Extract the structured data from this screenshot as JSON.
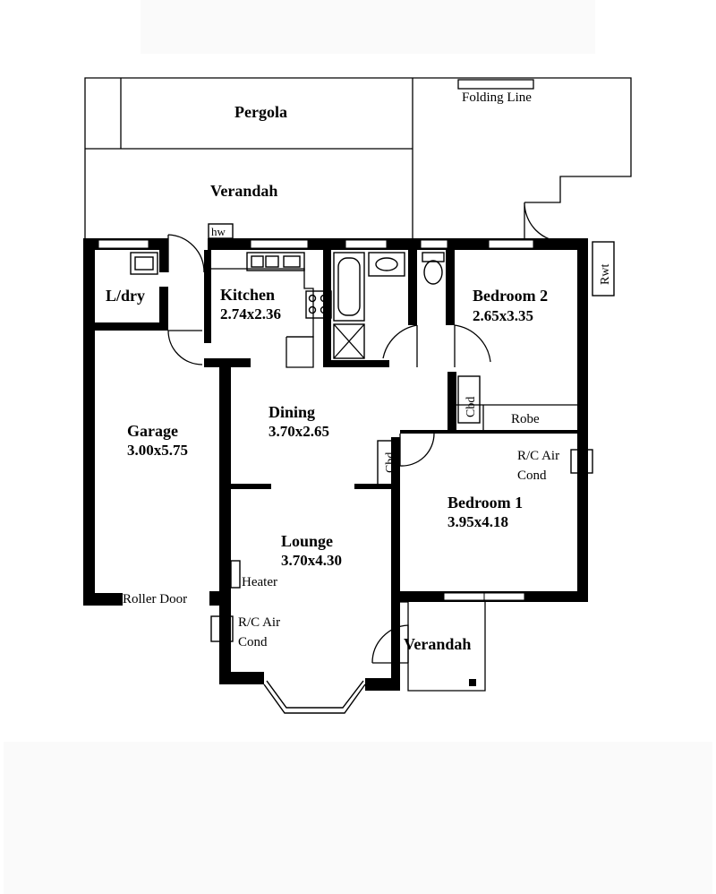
{
  "rooms": {
    "pergola": {
      "name": "Pergola"
    },
    "verandah_rear": {
      "name": "Verandah"
    },
    "laundry": {
      "name": "L/dry"
    },
    "kitchen": {
      "name": "Kitchen",
      "dims": "2.74x2.36"
    },
    "bedroom2": {
      "name": "Bedroom 2",
      "dims": "2.65x3.35"
    },
    "dining": {
      "name": "Dining",
      "dims": "3.70x2.65"
    },
    "garage": {
      "name": "Garage",
      "dims": "3.00x5.75"
    },
    "bedroom1": {
      "name": "Bedroom 1",
      "dims": "3.95x4.18"
    },
    "lounge": {
      "name": "Lounge",
      "dims": "3.70x4.30"
    },
    "verandah_front": {
      "name": "Verandah"
    }
  },
  "labels": {
    "folding_line": "Folding Line",
    "hot_water": "hw",
    "rainwater_tank": "Rwt",
    "cupboard_1": "Cbd",
    "cupboard_2": "Cbd",
    "robe": "Robe",
    "aircon_bed1_line1": "R/C Air",
    "aircon_bed1_line2": "Cond",
    "aircon_lounge_line1": "R/C Air",
    "aircon_lounge_line2": "Cond",
    "heater": "Heater",
    "roller_door": "Roller Door"
  },
  "colors": {
    "wall": "#000000",
    "background": "#ffffff",
    "band": "#fafafa"
  }
}
